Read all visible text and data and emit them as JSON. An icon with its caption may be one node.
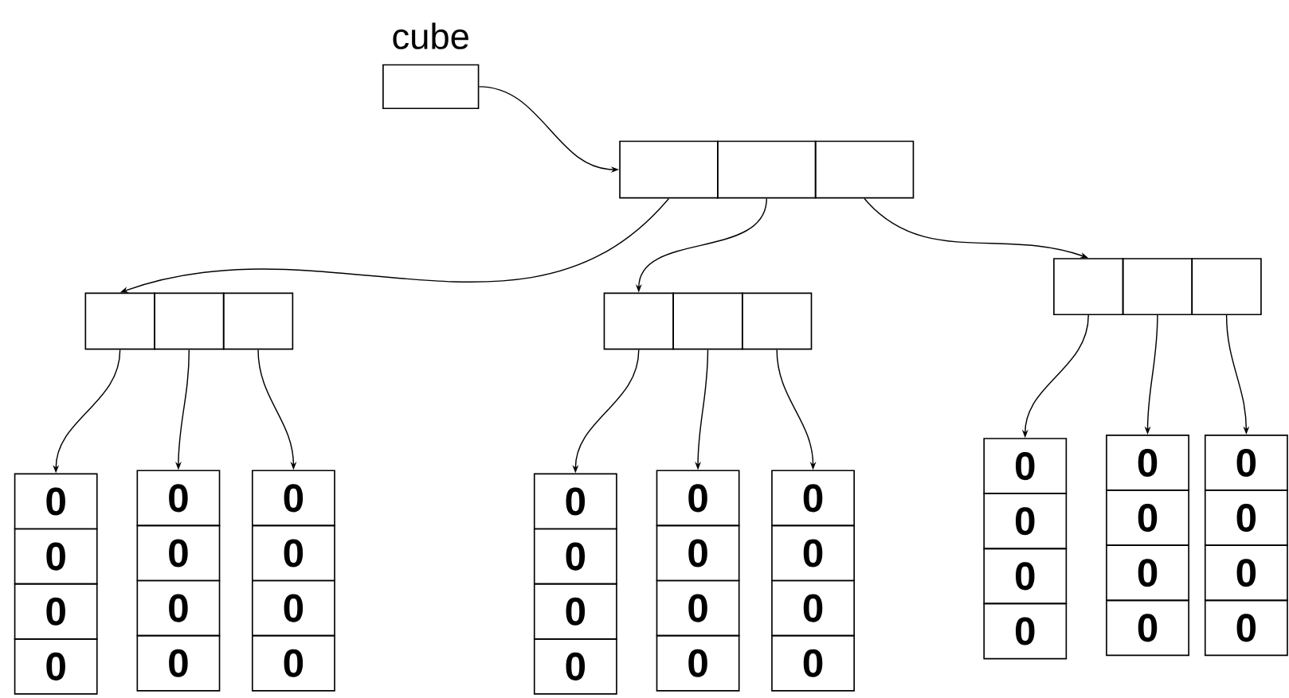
{
  "diagram": {
    "nodes": [
      {
        "text": [
          "cube"
        ]
      },
      {
        "text": [],
        "shape": "box"
      },
      {
        "text": [],
        "shape": "box"
      },
      {
        "text": [],
        "shape": "box"
      },
      {
        "text": [],
        "shape": "box"
      },
      {
        "text": [],
        "shape": "box"
      },
      {
        "text": [],
        "shape": "box"
      },
      {
        "text": [],
        "shape": "box"
      },
      {
        "text": [],
        "shape": "box"
      },
      {
        "text": [],
        "shape": "box"
      },
      {
        "text": [],
        "shape": "box"
      },
      {
        "text": [],
        "shape": "box"
      },
      {
        "text": [],
        "shape": "box"
      },
      {
        "text": [
          "0"
        ]
      },
      {
        "text": [
          "0"
        ]
      },
      {
        "text": [
          "0"
        ]
      },
      {
        "text": [
          "0"
        ]
      },
      {
        "text": [
          "0"
        ]
      },
      {
        "text": [
          "0"
        ]
      },
      {
        "text": [
          "0"
        ]
      },
      {
        "text": [
          "0"
        ]
      },
      {
        "text": [
          "0"
        ]
      },
      {
        "text": [
          "0"
        ]
      },
      {
        "text": [
          "0"
        ]
      },
      {
        "text": [
          "0"
        ]
      },
      {
        "text": [
          "0"
        ]
      },
      {
        "text": [
          "0"
        ]
      },
      {
        "text": [
          "0"
        ]
      },
      {
        "text": [
          "0"
        ]
      },
      {
        "text": [
          "0"
        ]
      },
      {
        "text": [
          "0"
        ]
      },
      {
        "text": [
          "0"
        ]
      },
      {
        "text": [
          "0"
        ]
      },
      {
        "text": [
          "0"
        ]
      },
      {
        "text": [
          "0"
        ]
      },
      {
        "text": [
          "0"
        ]
      },
      {
        "text": [
          "0"
        ]
      },
      {
        "text": [
          "0"
        ]
      },
      {
        "text": [
          "0"
        ]
      },
      {
        "text": [
          "0"
        ]
      },
      {
        "text": [
          "0"
        ]
      },
      {
        "text": [
          "0"
        ]
      },
      {
        "text": [
          "0"
        ]
      },
      {
        "text": [
          "0"
        ]
      },
      {
        "text": [
          "0"
        ]
      },
      {
        "text": [
          "0"
        ]
      },
      {
        "text": [
          "0"
        ]
      },
      {
        "text": [
          "0"
        ]
      },
      {
        "text": [
          "0"
        ]
      }
    ],
    "edges": [
      {
        "from": 0,
        "to": 1,
        "arrow": "to"
      },
      {
        "from": 1,
        "to": 4,
        "arrow": "to"
      },
      {
        "from": 2,
        "to": 7,
        "arrow": "to"
      },
      {
        "from": 3,
        "to": 10,
        "arrow": "to"
      },
      {
        "from": 4,
        "to": 13,
        "arrow": "to"
      },
      {
        "from": 5,
        "to": 17,
        "arrow": "to"
      },
      {
        "from": 6,
        "to": 21,
        "arrow": "to"
      },
      {
        "from": 7,
        "to": 25,
        "arrow": "to"
      },
      {
        "from": 8,
        "to": 29,
        "arrow": "to"
      },
      {
        "from": 9,
        "to": 33,
        "arrow": "to"
      },
      {
        "from": 10,
        "to": 37,
        "arrow": "to"
      },
      {
        "from": 11,
        "to": 41,
        "arrow": "to"
      },
      {
        "from": 12,
        "to": 45,
        "arrow": "to"
      }
    ]
  }
}
